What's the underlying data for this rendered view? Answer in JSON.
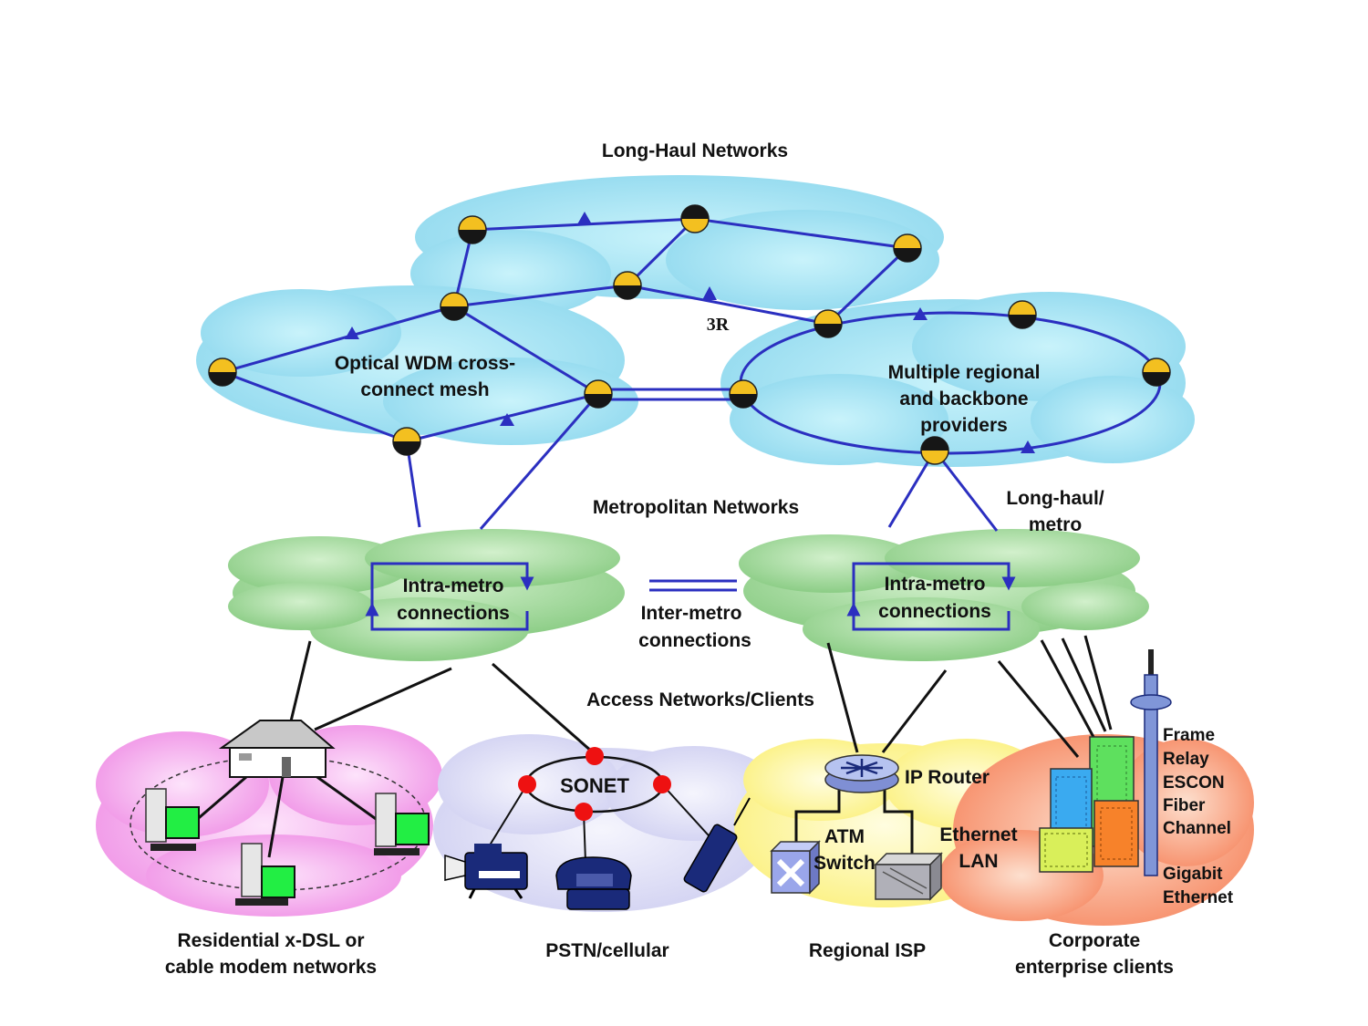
{
  "sections": {
    "long_haul": "Long-Haul Networks",
    "metro": "Metropolitan Networks",
    "access": "Access Networks/Clients"
  },
  "long_haul": {
    "mesh_label": [
      "Optical WDM cross-",
      "connect mesh"
    ],
    "regen_label": "3R",
    "providers_label": [
      "Multiple regional",
      "and backbone",
      "providers"
    ]
  },
  "metro": {
    "intra_left": [
      "Intra-metro",
      "connections"
    ],
    "intra_right": [
      "Intra-metro",
      "connections"
    ],
    "inter": [
      "Inter-metro",
      "connections"
    ],
    "longhaul_metro": [
      "Long-haul/",
      "metro"
    ]
  },
  "access": {
    "sonet": "SONET",
    "ip_router": "IP Router",
    "atm_switch": [
      "ATM",
      "Switch"
    ],
    "ethernet_lan": [
      "Ethernet",
      "LAN"
    ],
    "corporate_protocols": [
      "Frame",
      "Relay",
      "ESCON",
      "Fiber",
      "Channel"
    ],
    "gigabit": [
      "Gigabit",
      "Ethernet"
    ]
  },
  "captions": {
    "residential": [
      "Residential x-DSL or",
      "cable modem networks"
    ],
    "pstn": "PSTN/cellular",
    "regional_isp": "Regional ISP",
    "corporate": [
      "Corporate",
      "enterprise clients"
    ]
  },
  "colors": {
    "link": "#2b2fc0",
    "longhaul_cloud": "#9fe0f0",
    "metro_cloud": "#a8d8a0",
    "residential_cloud": "#f4a8ee",
    "pstn_cloud": "#dcdcf6",
    "isp_cloud": "#fff7a0",
    "corporate_cloud": "#f99a78",
    "node_top": "#f3c020",
    "sonet_node": "#ee1111"
  }
}
